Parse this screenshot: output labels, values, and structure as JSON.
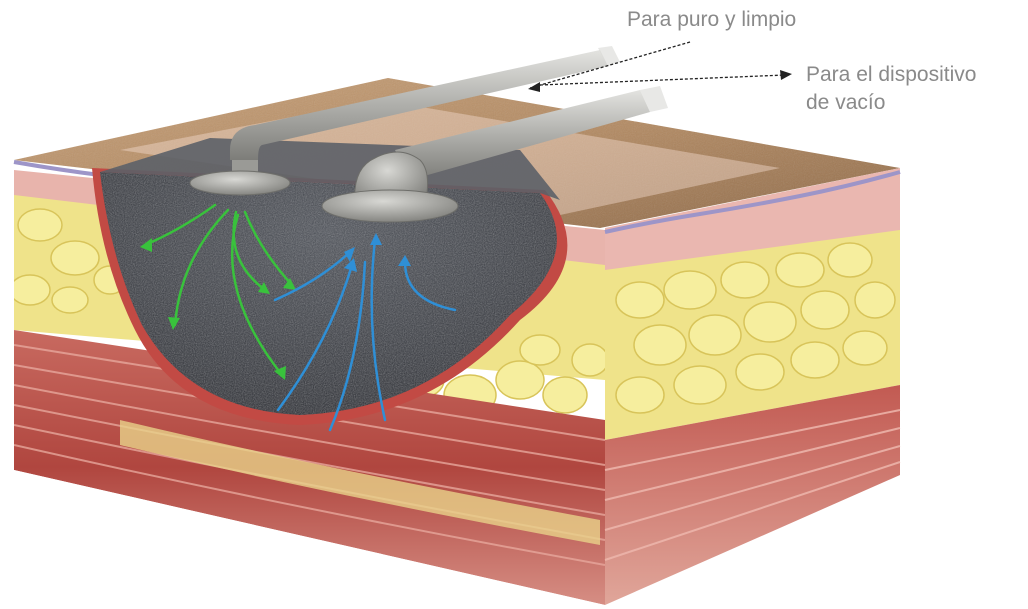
{
  "labels": {
    "inlet": "Para puro y limpio",
    "outlet_line1": "Para el dispositivo",
    "outlet_line2": "de vacío"
  },
  "colors": {
    "label_text": "#8a8a8a",
    "skin_top": "#b8926a",
    "dermis": "#e8b8b0",
    "fat": "#efe58a",
    "muscle": "#b8504a",
    "foam": "#3a3d44",
    "tube": "#a9a9a5",
    "flow_in": "#39c23c",
    "flow_out": "#2f8fd6"
  }
}
